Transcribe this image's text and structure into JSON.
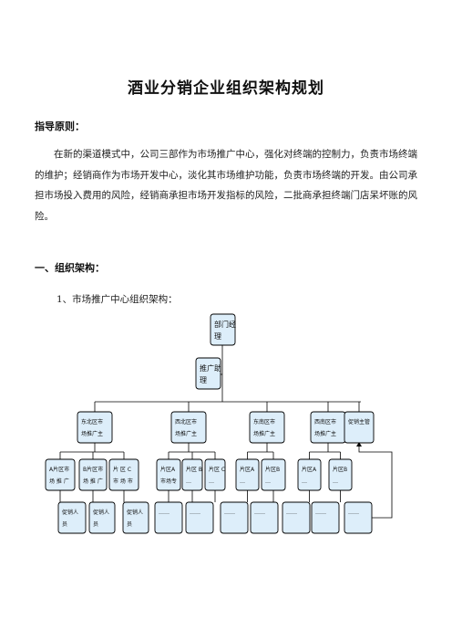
{
  "doc": {
    "title": "酒业分销企业组织架构规划",
    "principle_heading": "指导原则：",
    "principle_text": "在新的渠道模式中，公司三部作为市场推广中心，强化对终端的控制力，负责市场终端的维护；经销商作为市场开发中心，淡化其市场维护功能，负责市场终端的开发。由公司承担市场投入费用的风险，经销商承担市场开发指标的风险，二批商承担终端门店呆坏账的风险。",
    "section1_heading": "一、组织架构：",
    "sub1_heading": "1、市场推广中心组织架构："
  },
  "org": {
    "manager": [
      "部门经",
      "理"
    ],
    "assistant": [
      "推广助",
      "理"
    ],
    "level2": [
      {
        "id": "ne",
        "lines": [
          "东北区市",
          "场推广主"
        ]
      },
      {
        "id": "nw",
        "lines": [
          "西北区市",
          "场推广主"
        ]
      },
      {
        "id": "se",
        "lines": [
          "东南区市",
          "场推广主"
        ]
      },
      {
        "id": "sw",
        "lines": [
          "西南区市",
          "场推广主"
        ]
      },
      {
        "id": "pr",
        "lines": [
          "促销主管",
          ""
        ]
      }
    ],
    "level3": [
      {
        "id": "a1",
        "lines": [
          "A片区市",
          "场 推 广"
        ]
      },
      {
        "id": "b1",
        "lines": [
          "B片区市",
          "场 推 广"
        ]
      },
      {
        "id": "c1",
        "lines": [
          "片 区  C",
          "市 场 市"
        ]
      },
      {
        "id": "a2",
        "lines": [
          "片区A",
          "市场专"
        ]
      },
      {
        "id": "b2",
        "lines": [
          "片区 B",
          "…"
        ]
      },
      {
        "id": "c2",
        "lines": [
          "片区 C",
          "…"
        ]
      },
      {
        "id": "a3",
        "lines": [
          "片区A",
          "…"
        ]
      },
      {
        "id": "b3",
        "lines": [
          "片区B",
          "…"
        ]
      },
      {
        "id": "a4",
        "lines": [
          "片区A",
          "…"
        ]
      },
      {
        "id": "b4",
        "lines": [
          "片区B",
          "…"
        ]
      }
    ],
    "level4": [
      {
        "id": "p1",
        "lines": [
          "促销人",
          "员"
        ]
      },
      {
        "id": "p2",
        "lines": [
          "促销人",
          "员"
        ]
      },
      {
        "id": "p3",
        "lines": [
          "促销人",
          "员"
        ]
      },
      {
        "id": "d1",
        "lines": [
          "……",
          ""
        ]
      },
      {
        "id": "d2",
        "lines": [
          "……",
          ""
        ]
      },
      {
        "id": "d3",
        "lines": [
          "……",
          ""
        ]
      },
      {
        "id": "d4",
        "lines": [
          "……",
          ""
        ]
      },
      {
        "id": "d5",
        "lines": [
          "……",
          ""
        ]
      },
      {
        "id": "d6",
        "lines": [
          "……",
          ""
        ]
      },
      {
        "id": "d7",
        "lines": [
          "……",
          ""
        ]
      }
    ]
  }
}
